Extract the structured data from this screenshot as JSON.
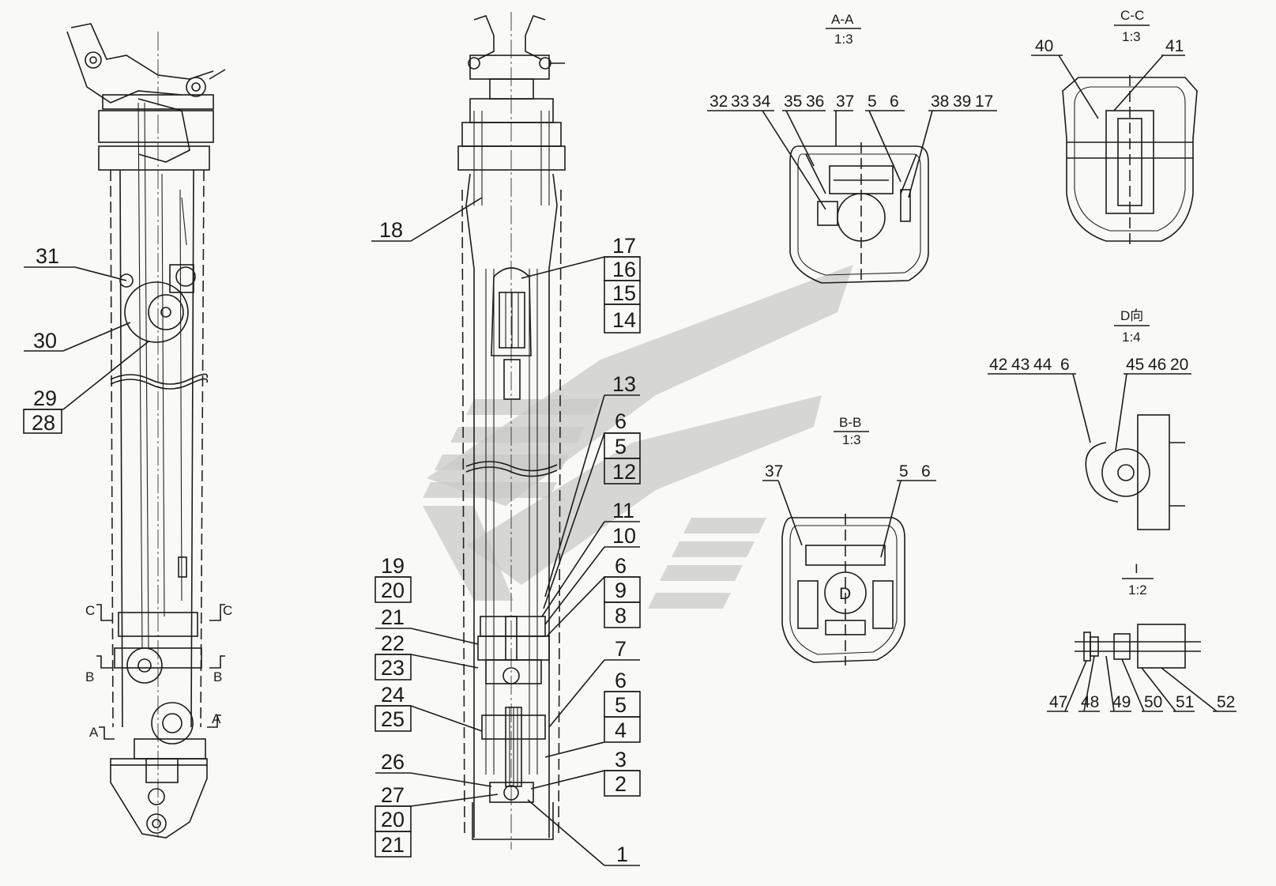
{
  "watermark": {
    "color": "#c9cbc8"
  },
  "views": {
    "aa": {
      "title": "A-A",
      "scale": "1:3"
    },
    "cc": {
      "title": "C-C",
      "scale": "1:3"
    },
    "bb": {
      "title": "B-B",
      "scale": "1:3"
    },
    "d": {
      "title": "D向",
      "scale": "1:4"
    },
    "i": {
      "title": "I",
      "scale": "1:2"
    }
  },
  "section_marks": {
    "c": "C",
    "b": "B",
    "a": "A",
    "d_circle": "D"
  },
  "left_view": {
    "callouts": [
      {
        "id": "c31",
        "text": "31"
      },
      {
        "id": "c30",
        "text": "30"
      },
      {
        "id": "c29",
        "text": "29"
      },
      {
        "id": "c28",
        "text": "28"
      }
    ]
  },
  "middle_view": {
    "callouts_left": [
      {
        "text": "18"
      },
      {
        "text": "19"
      },
      {
        "text": "20"
      },
      {
        "text": "21"
      },
      {
        "text": "22"
      },
      {
        "text": "23"
      },
      {
        "text": "24"
      },
      {
        "text": "25"
      },
      {
        "text": "26"
      },
      {
        "text": "27"
      },
      {
        "text": "20"
      },
      {
        "text": "21"
      }
    ],
    "callouts_right": [
      {
        "text": "17"
      },
      {
        "text": "16"
      },
      {
        "text": "15"
      },
      {
        "text": "14"
      },
      {
        "text": "13"
      },
      {
        "text": "6"
      },
      {
        "text": "5"
      },
      {
        "text": "12"
      },
      {
        "text": "11"
      },
      {
        "text": "10"
      },
      {
        "text": "6"
      },
      {
        "text": "9"
      },
      {
        "text": "8"
      },
      {
        "text": "7"
      },
      {
        "text": "6"
      },
      {
        "text": "5"
      },
      {
        "text": "4"
      },
      {
        "text": "3"
      },
      {
        "text": "2"
      },
      {
        "text": "1"
      }
    ]
  },
  "aa_labels": [
    "32",
    "33",
    "34",
    "35",
    "36",
    "37",
    "5",
    "6",
    "38",
    "39",
    "17"
  ],
  "cc_labels": [
    "40",
    "41"
  ],
  "bb_labels": [
    "37",
    "5",
    "6"
  ],
  "d_labels": [
    "42",
    "43",
    "44",
    "6",
    "45",
    "46",
    "20"
  ],
  "i_labels": [
    "47",
    "48",
    "49",
    "50",
    "51",
    "52"
  ]
}
